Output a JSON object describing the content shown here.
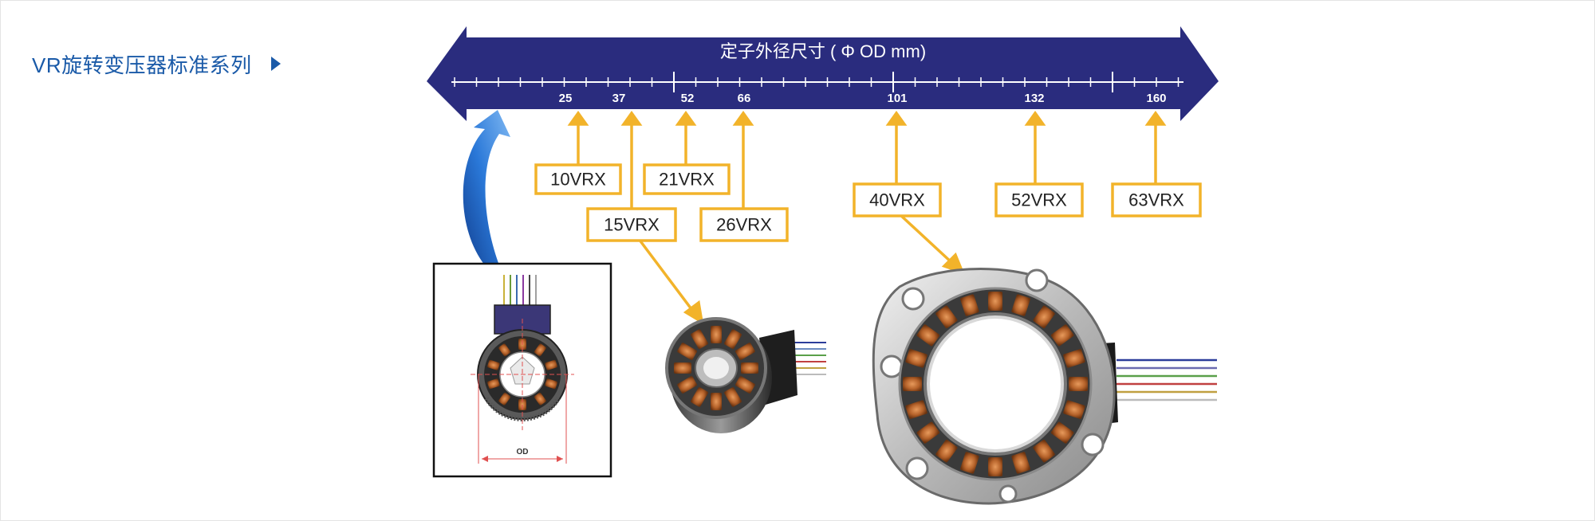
{
  "header": {
    "title": "VR旋转变压器标准系列"
  },
  "scale": {
    "title": "定子外径尺寸 ( Φ OD mm)",
    "ticks": [
      "25",
      "37",
      "52",
      "66",
      "101",
      "132",
      "160"
    ]
  },
  "models": [
    {
      "label": "10VRX",
      "od": "25"
    },
    {
      "label": "15VRX",
      "od": "37"
    },
    {
      "label": "21VRX",
      "od": "52"
    },
    {
      "label": "26VRX",
      "od": "66"
    },
    {
      "label": "40VRX",
      "od": "101"
    },
    {
      "label": "52VRX",
      "od": "132"
    },
    {
      "label": "63VRX",
      "od": "160"
    }
  ],
  "drawing": {
    "dimension_label": "OD"
  },
  "colors": {
    "title_blue": "#1a5aa8",
    "arrow_navy": "#2a2c7e",
    "label_orange": "#f2b32a",
    "pointer_blue": "#1e63c6"
  },
  "icons": {
    "title_marker": "play-triangle-icon"
  }
}
